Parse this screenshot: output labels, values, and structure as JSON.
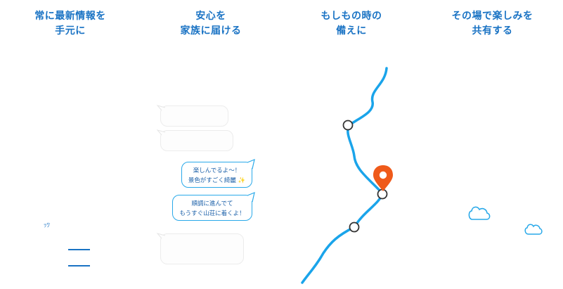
{
  "panels": [
    {
      "heading": [
        "常に最新情報を",
        "手元に"
      ]
    },
    {
      "heading": [
        "安心を",
        "家族に届ける"
      ]
    },
    {
      "heading": [
        "もしもの時の",
        "備えに"
      ]
    },
    {
      "heading": [
        "その場で楽しみを",
        "共有する"
      ]
    }
  ],
  "chat": {
    "message1": [
      "楽しんでるよ〜！",
      "景色がすごく綺麗 ✨"
    ],
    "message2": [
      "順調に進んでて",
      "もうすぐ山荘に着くよ！"
    ]
  },
  "panel1_glyph": "ｯﾂ",
  "colors": {
    "heading": "#1a73c4",
    "route": "#1aa4ea",
    "pin": "#ef5a1a",
    "bubble_border": "#29a9e9"
  },
  "icons": [
    "location-pin-icon",
    "cloud-icon"
  ]
}
